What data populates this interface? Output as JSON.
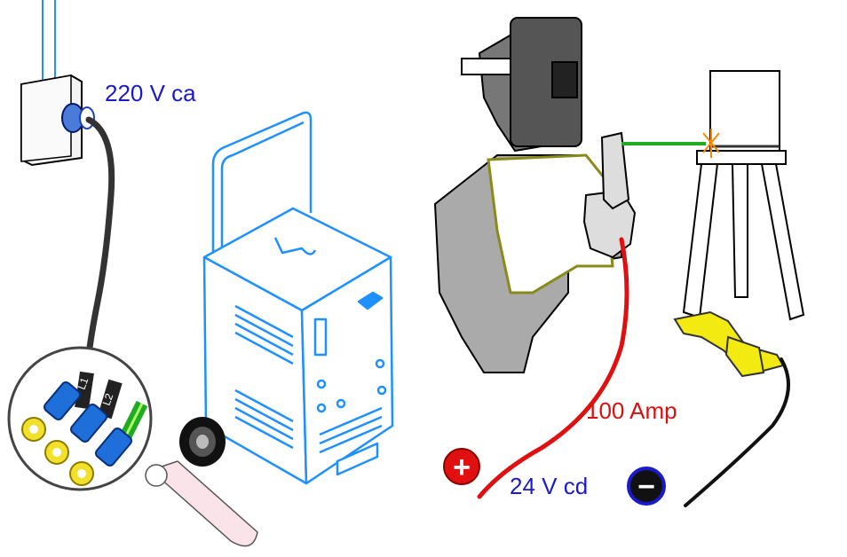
{
  "labels": {
    "mains_voltage": "220 V ca",
    "current": "100 Amp",
    "output_voltage": "24 V cd"
  },
  "wire_tags": {
    "l1": "L1",
    "l2": "L2"
  },
  "polarity": {
    "positive_symbol": "+",
    "negative_symbol": "−"
  },
  "colors": {
    "label_blue": "#1a1acc",
    "label_red": "#d81010",
    "machine_outline": "#1e90ff",
    "positive_cable": "#e01010",
    "ground_cable": "#111111",
    "wall_cable": "#333333",
    "lug_blue": "#1e6fd9",
    "ring_yellow": "#f3e02a",
    "clamp_yellow": "#f2ea10",
    "electrode_green": "#22aa22"
  }
}
